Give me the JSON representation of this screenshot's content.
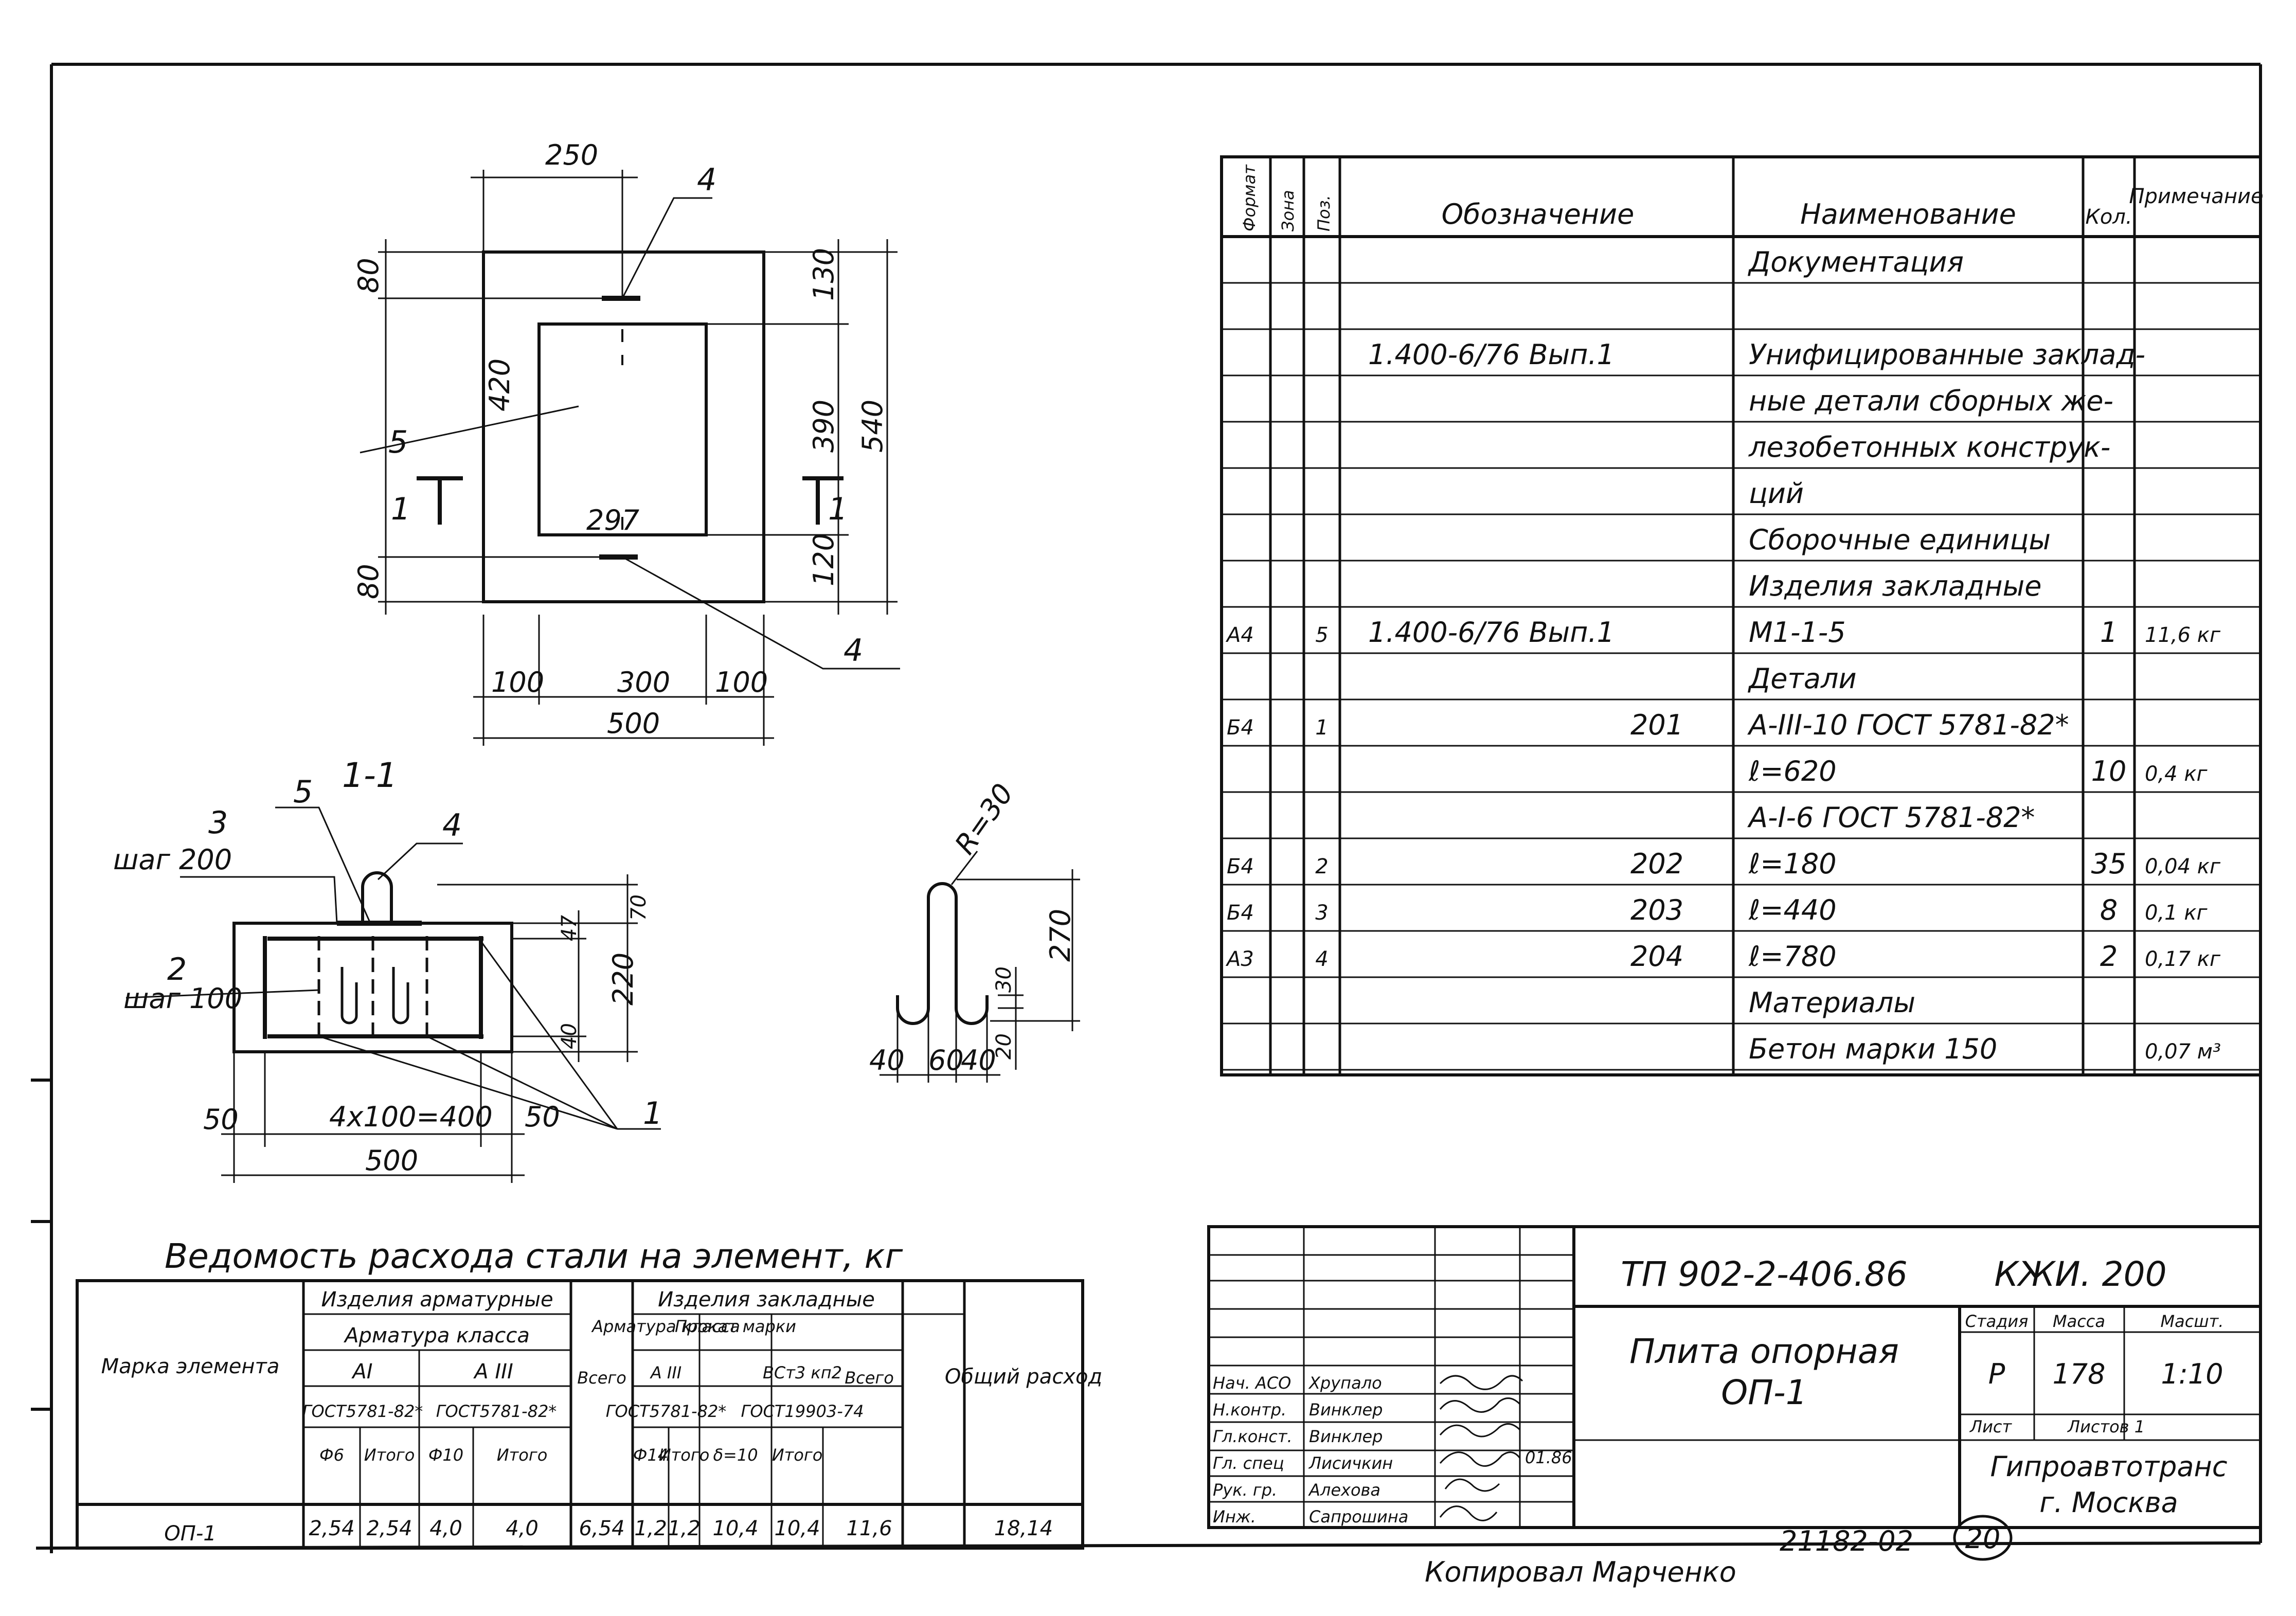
{
  "drawing_dims": {
    "top_width": "250",
    "top_label_4": "4",
    "left_top_80": "80",
    "inner_height": "420",
    "right_130": "130",
    "right_390": "390",
    "right_120": "120",
    "total_540": "540",
    "marker_5": "5",
    "section_left": "1",
    "section_right": "1",
    "dim_297": "297",
    "left_bottom_80": "80",
    "bottom_label_4": "4",
    "b_100a": "100",
    "b_300": "300",
    "b_100b": "100",
    "b_500": "500"
  },
  "section": {
    "title": "1-1",
    "label_3": "3",
    "step_200": "шаг 200",
    "label_5": "5",
    "label_4": "4",
    "label_2": "2",
    "step_100": "шаг 100",
    "d47": "47",
    "d70": "70",
    "d220": "220",
    "d40": "40",
    "d50a": "50",
    "d4x100": "4x100=400",
    "d50b": "50",
    "d500": "500",
    "label_1": "1"
  },
  "hook": {
    "radius": "R=30",
    "d270": "270",
    "d30": "30",
    "d20": "20",
    "d40a": "40",
    "d60": "60",
    "d40b": "40"
  },
  "spec_table": {
    "headers": [
      "Формат",
      "Зона",
      "Поз.",
      "Обозначение",
      "Наименование",
      "Кол.",
      "Примечание"
    ],
    "rows": [
      {
        "fmt": "",
        "zone": "",
        "pos": "",
        "designation": "",
        "name": "Документация",
        "qty": "",
        "note": ""
      },
      {
        "fmt": "",
        "zone": "",
        "pos": "",
        "designation": "",
        "name": "",
        "qty": "",
        "note": ""
      },
      {
        "fmt": "",
        "zone": "",
        "pos": "",
        "designation": "1.400-6/76  Вып.1",
        "name": "Унифицированные заклад-",
        "qty": "",
        "note": ""
      },
      {
        "fmt": "",
        "zone": "",
        "pos": "",
        "designation": "",
        "name": "ные детали сборных же-",
        "qty": "",
        "note": ""
      },
      {
        "fmt": "",
        "zone": "",
        "pos": "",
        "designation": "",
        "name": "лезобетонных конструк-",
        "qty": "",
        "note": ""
      },
      {
        "fmt": "",
        "zone": "",
        "pos": "",
        "designation": "",
        "name": "ций",
        "qty": "",
        "note": ""
      },
      {
        "fmt": "",
        "zone": "",
        "pos": "",
        "designation": "",
        "name": "Сборочные единицы",
        "qty": "",
        "note": ""
      },
      {
        "fmt": "",
        "zone": "",
        "pos": "",
        "designation": "",
        "name": "Изделия закладные",
        "qty": "",
        "note": ""
      },
      {
        "fmt": "А4",
        "zone": "",
        "pos": "5",
        "designation": "1.400-6/76  Вып.1",
        "name": "М1-1-5",
        "qty": "1",
        "note": "11,6 кг"
      },
      {
        "fmt": "",
        "zone": "",
        "pos": "",
        "designation": "",
        "name": "Детали",
        "qty": "",
        "note": ""
      },
      {
        "fmt": "Б4",
        "zone": "",
        "pos": "1",
        "designation": "201",
        "name": "А-III-10  ГОСТ 5781-82*",
        "qty": "",
        "note": ""
      },
      {
        "fmt": "",
        "zone": "",
        "pos": "",
        "designation": "",
        "name": "ℓ=620",
        "qty": "10",
        "note": "0,4 кг"
      },
      {
        "fmt": "",
        "zone": "",
        "pos": "",
        "designation": "",
        "name": "А-I-6   ГОСТ 5781-82*",
        "qty": "",
        "note": ""
      },
      {
        "fmt": "Б4",
        "zone": "",
        "pos": "2",
        "designation": "202",
        "name": "ℓ=180",
        "qty": "35",
        "note": "0,04 кг"
      },
      {
        "fmt": "Б4",
        "zone": "",
        "pos": "3",
        "designation": "203",
        "name": "ℓ=440",
        "qty": "8",
        "note": "0,1 кг"
      },
      {
        "fmt": "А3",
        "zone": "",
        "pos": "4",
        "designation": "204",
        "name": "ℓ=780",
        "qty": "2",
        "note": "0,17 кг"
      },
      {
        "fmt": "",
        "zone": "",
        "pos": "",
        "designation": "",
        "name": "Материалы",
        "qty": "",
        "note": ""
      },
      {
        "fmt": "",
        "zone": "",
        "pos": "",
        "designation": "",
        "name": "Бетон марки 150",
        "qty": "",
        "note": "0,07 м³"
      }
    ]
  },
  "steel": {
    "title": "Ведомость   расхода стали   на элемент, кг",
    "mark_header": "Марка элемента",
    "rebar_group": "Изделия арматурные",
    "rebar_class": "Арматура класса",
    "ai": "AI",
    "aiii": "A III",
    "gost_a": "ГОСТ5781-82*",
    "gost_b": "ГОСТ5781-82*",
    "f6": "Ф6",
    "itogo1": "Итого",
    "f10": "Ф10",
    "itogo2": "Итого",
    "vsego1": "Всего",
    "emb_group": "Изделия закладные",
    "emb_rebar": "Арматура класса",
    "emb_prokat": "Прокат марки",
    "aiii2": "A III",
    "vst3": "ВСт3 кп2",
    "vsego2": "Всего",
    "gost_c": "ГОСТ5781-82*",
    "gost_d": "ГОСТ19903-74",
    "f14": "Ф14",
    "itogo3": "Итого",
    "d610": "δ=10",
    "itogo4": "Итого",
    "total_header": "Общий расход",
    "row": {
      "mark": "ОП-1",
      "v1": "2,54",
      "v2": "2,54",
      "v3": "4,0",
      "v4": "4,0",
      "v5": "6,54",
      "v6": "1,2",
      "v7": "1,2",
      "v8": "10,4",
      "v9": "10,4",
      "v10": "11,6",
      "v11": "18,14"
    }
  },
  "stamp": {
    "code": "ТП 902-2-406.86",
    "sheet_code": "КЖИ. 200",
    "title_line1": "Плита опорная",
    "title_line2": "ОП-1",
    "stage_h": "Стадия",
    "mass_h": "Масса",
    "scale_h": "Масшт.",
    "stage": "Р",
    "mass": "178",
    "scale": "1:10",
    "sheet_h": "Лист",
    "sheets_h": "Листов 1",
    "org1": "Гипроавтотранс",
    "org2": "г. Москва",
    "people": [
      {
        "role": "Нач. АСО",
        "name": "Хрупало"
      },
      {
        "role": "Н.контр.",
        "name": "Винклер"
      },
      {
        "role": "Гл.конст.",
        "name": "Винклер"
      },
      {
        "role": "Гл. спец",
        "name": "Лисичкин"
      },
      {
        "role": "Рук. гр.",
        "name": "Алехова"
      },
      {
        "role": "Инж.",
        "name": "Сапрошина"
      }
    ],
    "sign_date": "01.86"
  },
  "footer": {
    "copied": "Копировал  Марченко",
    "number": "21182-02",
    "page": "20"
  }
}
